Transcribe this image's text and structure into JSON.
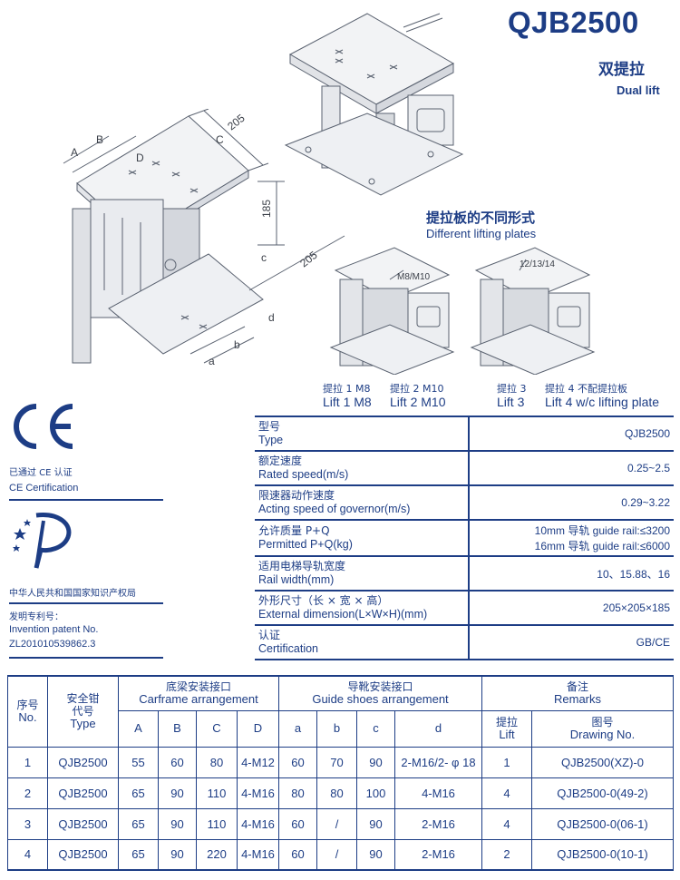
{
  "header": {
    "model": "QJB2500",
    "subtitle_cn": "双提拉",
    "subtitle_en": "Dual lift"
  },
  "drawing": {
    "dims": {
      "top_width": "205",
      "height": "185",
      "bottom_width": "205",
      "A": "A",
      "B": "B",
      "C": "C",
      "D": "D",
      "a": "a",
      "b": "b",
      "c": "c",
      "d": "d"
    }
  },
  "plates": {
    "title_cn": "提拉板的不同形式",
    "title_en": "Different lifting plates",
    "callout_left": "M8/M10",
    "callout_right": "12/13/14",
    "lift_labels_cn": [
      "提拉 1  M8",
      "提拉 2  M10",
      "提拉 3",
      "提拉 4   不配提拉板"
    ],
    "lift_labels_en": [
      "Lift 1 M8",
      "Lift 2 M10",
      "Lift 3",
      "Lift 4 w/c lifting plate"
    ]
  },
  "certs": {
    "ce_mark": "CE",
    "ce_cn": "已通过 CE 认证",
    "ce_en": "CE Certification",
    "patent_office": "中华人民共和国国家知识产权局",
    "patent_cn": "发明专利号：",
    "patent_en": "Invention patent No.",
    "patent_no": "ZL201010539862.3"
  },
  "specs": [
    {
      "cn": "型号",
      "en": "Type",
      "value": "QJB2500"
    },
    {
      "cn": "额定速度",
      "en": "Rated speed(m/s)",
      "value": "0.25~2.5"
    },
    {
      "cn": "限速器动作速度",
      "en": "Acting speed of governor(m/s)",
      "value": "0.29~3.22"
    },
    {
      "cn": "允许质量 P+Q",
      "en": "Permitted P+Q(kg)",
      "value": "10mm  导轨 guide rail:≤3200",
      "value2": "16mm  导轨 guide rail:≤6000"
    },
    {
      "cn": "适用电梯导轨宽度",
      "en": "Rail width(mm)",
      "value": "10、15.88、16"
    },
    {
      "cn": "外形尺寸（长 × 宽 × 高）",
      "en": "External dimension(L×W×H)(mm)",
      "value": "205×205×185"
    },
    {
      "cn": "认证",
      "en": "Certification",
      "value": "GB/CE"
    }
  ],
  "table": {
    "headers": {
      "no_cn": "序号",
      "no_en": "No.",
      "type_cn": "安全钳",
      "type_cn2": "代号",
      "type_en": "Type",
      "carframe_cn": "底梁安装接口",
      "carframe_en": "Carframe arrangement",
      "guide_cn": "导靴安装接口",
      "guide_en": "Guide shoes arrangement",
      "remarks_cn": "备注",
      "remarks_en": "Remarks",
      "lift_cn": "提拉",
      "lift_en": "Lift",
      "drawing_cn": "图号",
      "drawing_en": "Drawing No.",
      "A": "A",
      "B": "B",
      "C": "C",
      "D": "D",
      "a": "a",
      "b": "b",
      "c": "c",
      "d": "d"
    },
    "rows": [
      {
        "no": "1",
        "type": "QJB2500",
        "A": "55",
        "B": "60",
        "C": "80",
        "D": "4-M12",
        "a": "60",
        "b": "70",
        "c": "90",
        "d": "2-M16/2- φ 18",
        "lift": "1",
        "drawing": "QJB2500(XZ)-0"
      },
      {
        "no": "2",
        "type": "QJB2500",
        "A": "65",
        "B": "90",
        "C": "110",
        "D": "4-M16",
        "a": "80",
        "b": "80",
        "c": "100",
        "d": "4-M16",
        "lift": "4",
        "drawing": "QJB2500-0(49-2)"
      },
      {
        "no": "3",
        "type": "QJB2500",
        "A": "65",
        "B": "90",
        "C": "110",
        "D": "4-M16",
        "a": "60",
        "b": "/",
        "c": "90",
        "d": "2-M16",
        "lift": "4",
        "drawing": "QJB2500-0(06-1)"
      },
      {
        "no": "4",
        "type": "QJB2500",
        "A": "65",
        "B": "90",
        "C": "220",
        "D": "4-M16",
        "a": "60",
        "b": "/",
        "c": "90",
        "d": "2-M16",
        "lift": "2",
        "drawing": "QJB2500-0(10-1)"
      }
    ]
  },
  "colors": {
    "primary": "#1d3d85",
    "drawing_line": "#5a6270"
  }
}
